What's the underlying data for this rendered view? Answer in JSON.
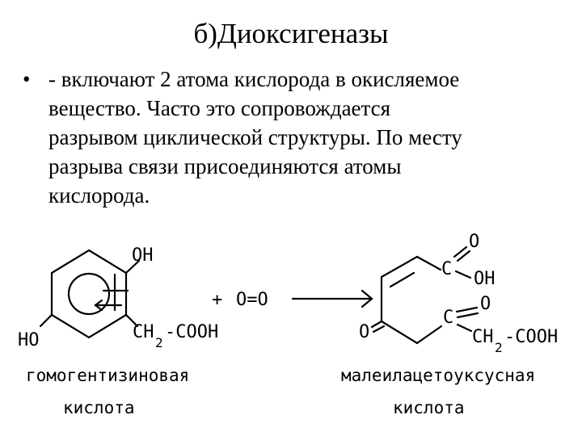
{
  "title": "б)Диоксигеназы",
  "bullet": {
    "marker": "•",
    "lines": [
      "- включают 2 атома кислорода в окисляемое",
      "вещество. Часто это сопровождается",
      "разрывом циклической структуры. По месту",
      "разрыва связи присоединяются атомы",
      "кислорода."
    ]
  },
  "reactant": {
    "oh_label": "OH",
    "ho_label": "HO",
    "side_chain_ch2": "CH",
    "side_chain_sub": "2",
    "side_chain_cooh": "-COOH",
    "name_line1": "гомогентизиновая",
    "name_line2": "кислота"
  },
  "reagent": {
    "plus": "+",
    "o2": "O=O"
  },
  "product": {
    "c1": "C",
    "o_top": "O",
    "oh": "OH",
    "c2": "C",
    "o_mid": "O",
    "o_left": "O",
    "ch2": "CH",
    "ch2_sub": "2",
    "cooh": "-COOH",
    "name_line1": "малеилацетоуксусная",
    "name_line2": "кислота"
  }
}
